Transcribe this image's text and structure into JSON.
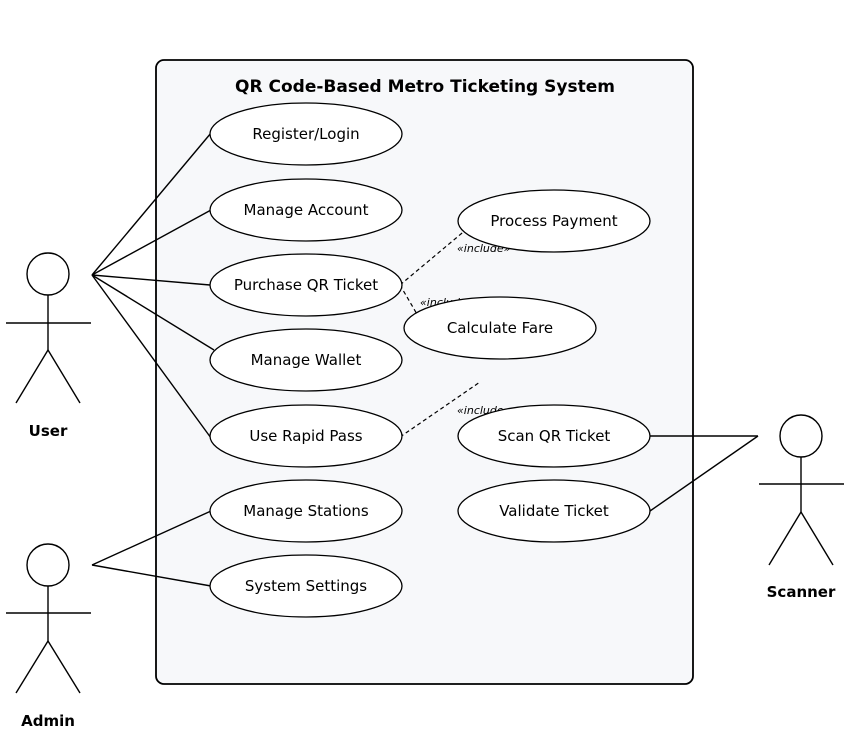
{
  "system": {
    "title": "QR Code-Based Metro Ticketing System"
  },
  "actors": {
    "user": "User",
    "admin": "Admin",
    "scanner": "Scanner"
  },
  "use_cases": {
    "register_login": "Register/Login",
    "manage_account": "Manage Account",
    "purchase_qr_ticket": "Purchase QR Ticket",
    "manage_wallet": "Manage Wallet",
    "use_rapid_pass": "Use Rapid Pass",
    "manage_stations": "Manage Stations",
    "system_settings": "System Settings",
    "process_payment": "Process Payment",
    "calculate_fare": "Calculate Fare",
    "scan_qr_ticket": "Scan QR Ticket",
    "validate_ticket": "Validate Ticket"
  },
  "relations": {
    "include_payment": "«include»",
    "include_fare": "«include»",
    "include_scan": "«include»"
  }
}
